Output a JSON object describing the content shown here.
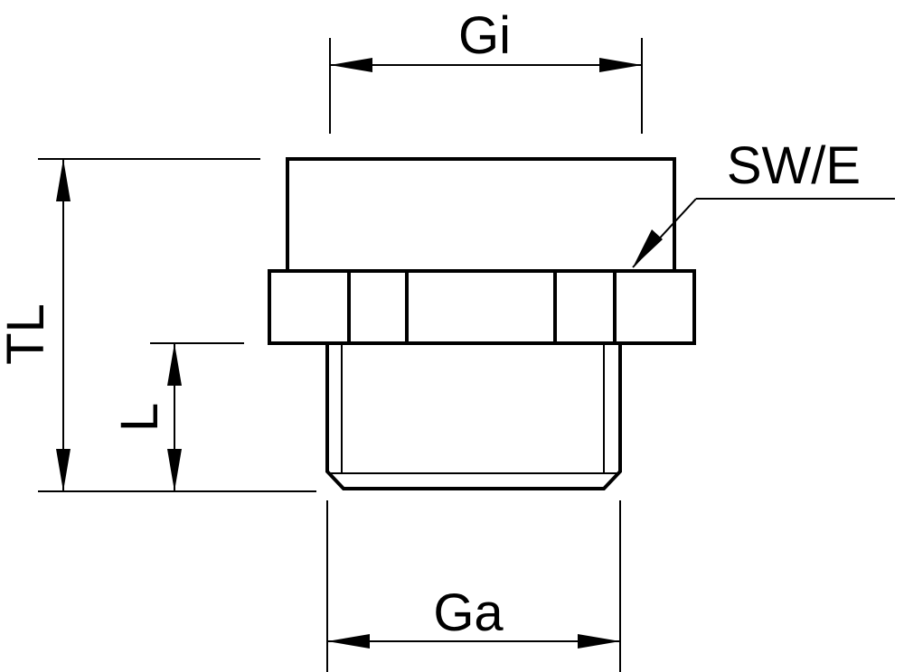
{
  "labels": {
    "gi": "Gi",
    "sw_e": "SW/E",
    "tl": "TL",
    "l": "L",
    "ga": "Ga"
  },
  "colors": {
    "line": "#000000",
    "background": "#ffffff"
  }
}
